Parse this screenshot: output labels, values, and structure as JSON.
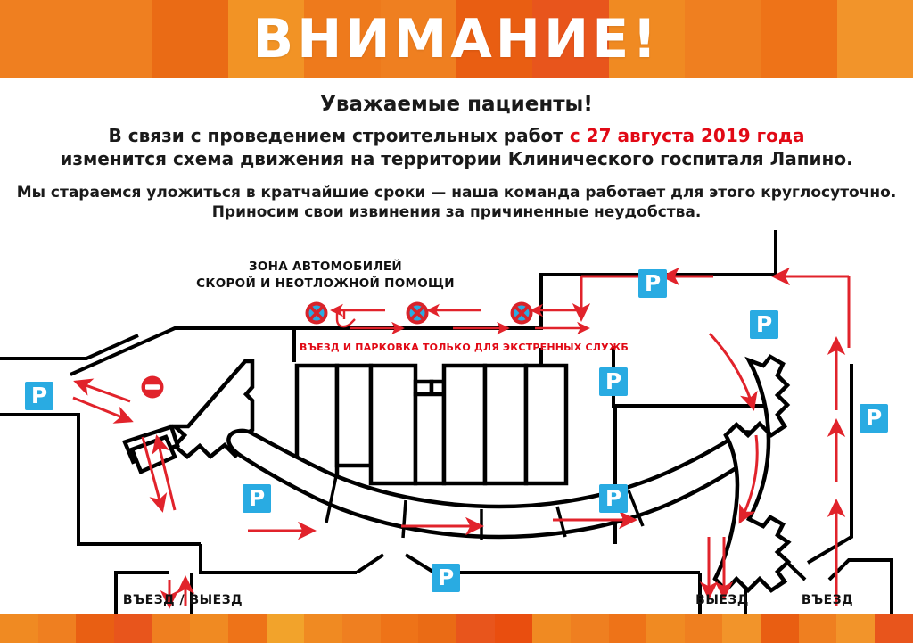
{
  "header": {
    "title": "ВНИМАНИЕ!",
    "title_color": "#ffffff",
    "stripe_colors": [
      "#ef7f20",
      "#ef7f20",
      "#ea6b15",
      "#f29325",
      "#ee7a1c",
      "#ef7f20",
      "#e95e12",
      "#e8551c",
      "#f08a22",
      "#ef7f20",
      "#ee7318",
      "#f2942a"
    ]
  },
  "notice": {
    "subtitle": "Уважаемые пациенты!",
    "line1_black": "В связи с проведением строительных работ ",
    "line1_red": "с 27 августа 2019 года",
    "line2": "изменится схема движения на территории Клинического госпиталя Лапино.",
    "line3": "Мы стараемся уложиться в кратчайшие сроки — наша команда работает для этого круглосуточно.",
    "line4": "Приносим свои извинения за причиненные неудобства.",
    "accent_red": "#e10915"
  },
  "map": {
    "zone_label_line1": "ЗОНА АВТОМОБИЛЕЙ",
    "zone_label_line2": "СКОРОЙ И НЕОТЛОЖНОЙ ПОМОЩИ",
    "emergency_note": "ВЪЕЗД И ПАРКОВКА ТОЛЬКО ДЛЯ ЭКСТРЕННЫХ СЛУЖБ",
    "entry_exit_label": "ВЪЕЗД / ВЫЕЗД",
    "exit_label": "ВЫЕЗД",
    "entry_label": "ВЪЕЗД",
    "parking_letter": "P",
    "parking_sign_color": "#29abe2",
    "arrow_color": "#e1232b",
    "road_color": "#000000",
    "no_stopping_sign": "no-stopping-icon",
    "no_entry_sign": "no-entry-icon",
    "parking_signs_count": 8,
    "no_stopping_signs_count": 3
  },
  "footer": {
    "stripe_colors": [
      "#f08a22",
      "#ef7f20",
      "#e95f13",
      "#e8551c",
      "#ef7f20",
      "#f08a22",
      "#ee7318",
      "#f2a32b",
      "#f08a22",
      "#ef7f20",
      "#ee7318",
      "#ea6b15",
      "#e8551c",
      "#e94e0f",
      "#f08a22",
      "#ef7f20",
      "#ee7318",
      "#f08a22",
      "#ef7f20",
      "#f2942a",
      "#e95e12",
      "#ef7f20",
      "#f2942a",
      "#e8551c"
    ]
  }
}
